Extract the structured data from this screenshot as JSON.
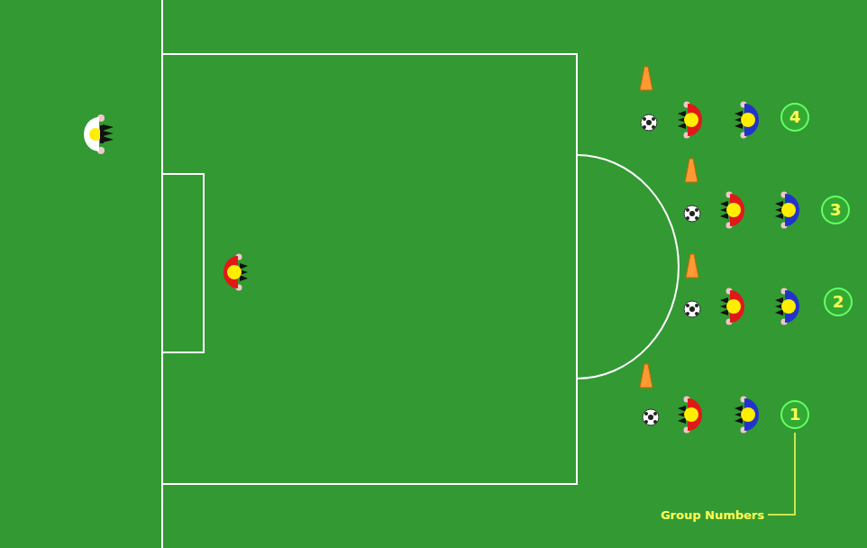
{
  "diagram": {
    "nodes": [
      {
        "text": [
          "4"
        ]
      },
      {
        "text": [
          "3"
        ]
      },
      {
        "text": [
          "2"
        ]
      },
      {
        "text": [
          "1"
        ]
      }
    ],
    "labels": [
      "Group Numbers"
    ]
  }
}
